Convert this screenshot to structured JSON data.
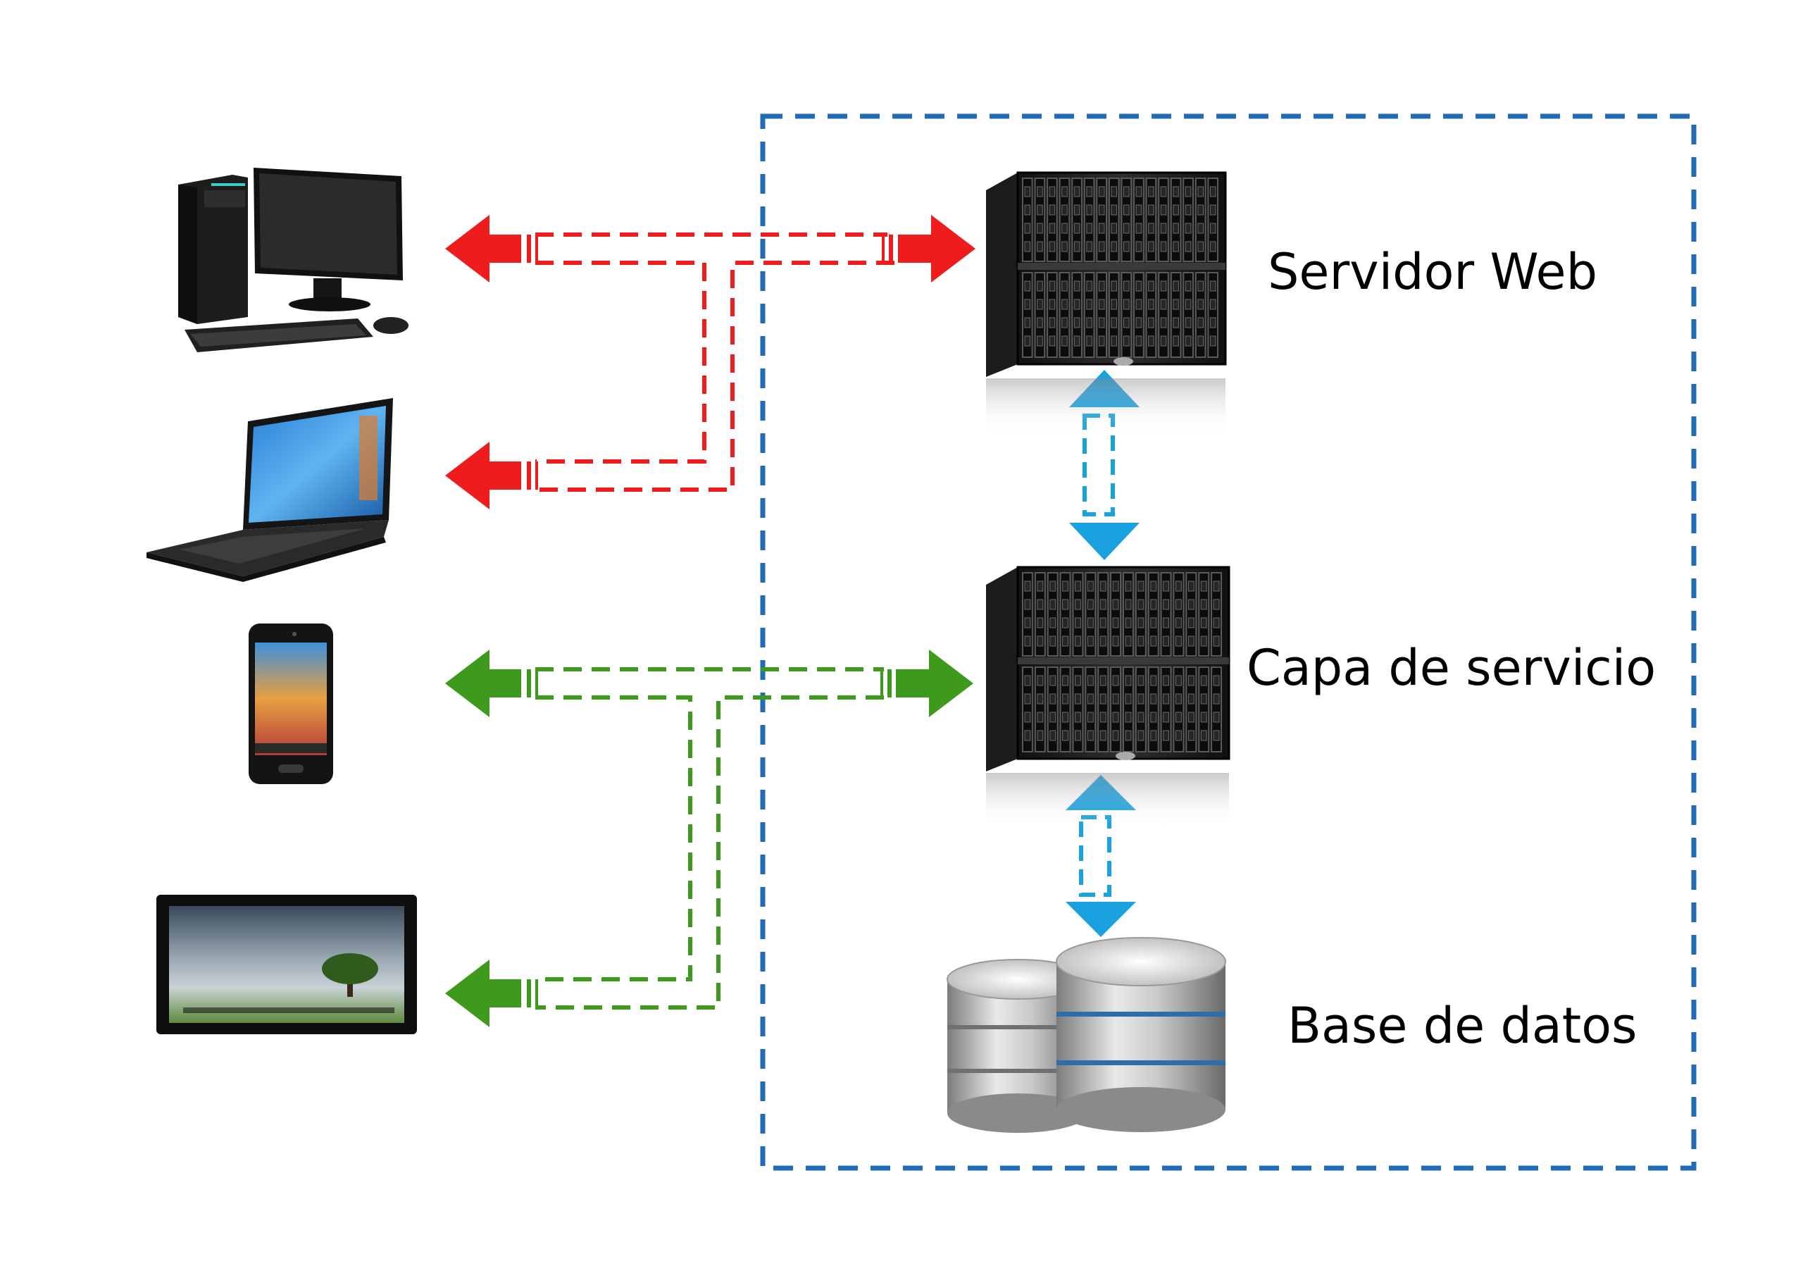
{
  "labels": {
    "web_server": "Servidor Web",
    "service_layer": "Capa de servicio",
    "database": "Base de datos"
  },
  "colors": {
    "boundary": "#1f6eb5",
    "client_link_red": "#ee1c1c",
    "client_link_green": "#3d9a1c",
    "tier_link_blue": "#1aa1e0"
  },
  "icons": {
    "clients": [
      "desktop-computer-icon",
      "laptop-icon",
      "smartphone-icon",
      "tablet-icon"
    ],
    "servers": [
      "blade-server-icon",
      "blade-server-icon"
    ],
    "database": "database-cylinders-icon"
  }
}
